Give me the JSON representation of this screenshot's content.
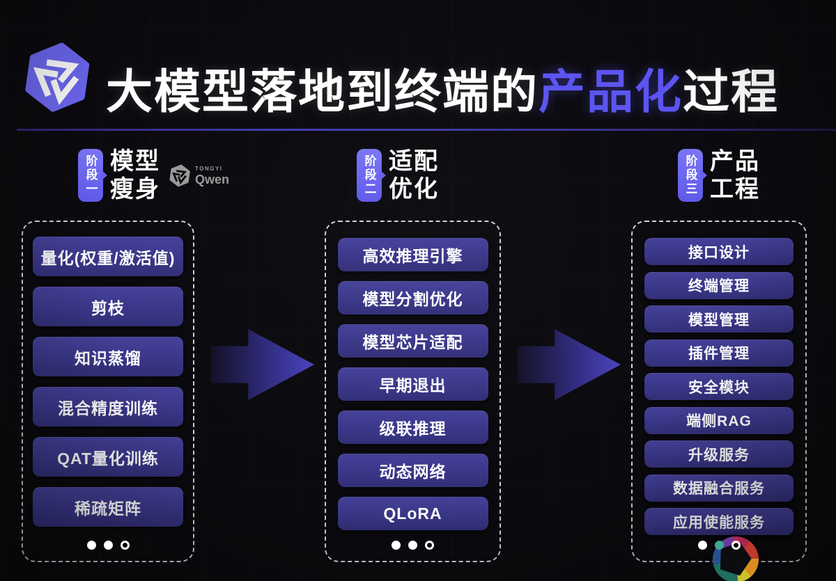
{
  "title": {
    "prefix": "大模型落地到终端的",
    "highlight": "产品化",
    "suffix": "过程"
  },
  "stages": [
    {
      "badge": "阶段一",
      "name_line1": "模型",
      "name_line2": "瘦身",
      "partner_logo": {
        "top": "TONGYI",
        "name": "Qwen"
      },
      "items": [
        "量化(权重/激活值)",
        "剪枝",
        "知识蒸馏",
        "混合精度训练",
        "QAT量化训练",
        "稀疏矩阵"
      ],
      "dots": [
        "filled",
        "filled",
        "ring"
      ]
    },
    {
      "badge": "阶段二",
      "name_line1": "适配",
      "name_line2": "优化",
      "items": [
        "高效推理引擎",
        "模型分割优化",
        "模型芯片适配",
        "早期退出",
        "级联推理",
        "动态网络",
        "QLoRA"
      ],
      "dots": [
        "filled",
        "filled",
        "ring"
      ]
    },
    {
      "badge": "阶段三",
      "name_line1": "产品",
      "name_line2": "工程",
      "items": [
        "接口设计",
        "终端管理",
        "模型管理",
        "插件管理",
        "安全模块",
        "端侧RAG",
        "升级服务",
        "数据融合服务",
        "应用使能服务"
      ],
      "dots": [
        "filled",
        "teal",
        "ring"
      ]
    }
  ],
  "icons": {
    "brand_logo": "tongyi-qwen-knot",
    "partner_logo": "tongyi-qwen-knot-gray",
    "watermark": "colorful-pinwheel"
  },
  "colors": {
    "background": "#0b0a0e",
    "title_highlight": "#5b54f0",
    "badge_purple": "#6c67f0",
    "pill_indigo": "#3d3a93",
    "arrow_purple": "#4b44c2",
    "dot_teal": "#3fa893",
    "divider_purple": "#443cb4"
  }
}
